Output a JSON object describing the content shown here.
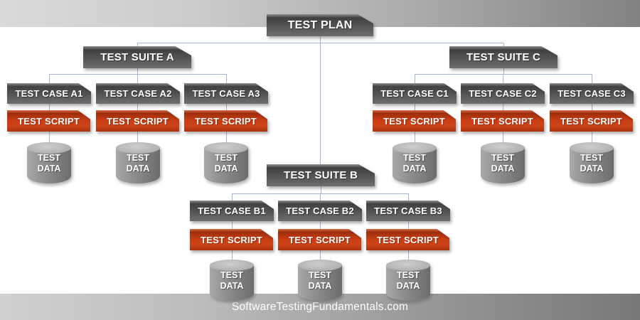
{
  "footer": {
    "watermark": "SoftwareTestingFundamentals.com"
  },
  "colors": {
    "connector_line": "#a7b4d3",
    "script_orange": "#c63d15",
    "node_gray": "#555555",
    "cylinder_gray": "#8f8f8f",
    "band_gradient_light": "#dadada",
    "band_gradient_dark": "#7b7b7b"
  },
  "diagram": {
    "plan": {
      "label": "TEST PLAN"
    },
    "suites": [
      {
        "label": "TEST SUITE A",
        "cases": [
          {
            "label": "TEST CASE A1",
            "script_label": "TEST SCRIPT",
            "data_label": "TEST DATA"
          },
          {
            "label": "TEST CASE A2",
            "script_label": "TEST SCRIPT",
            "data_label": "TEST DATA"
          },
          {
            "label": "TEST CASE A3",
            "script_label": "TEST SCRIPT",
            "data_label": "TEST DATA"
          }
        ]
      },
      {
        "label": "TEST SUITE B",
        "cases": [
          {
            "label": "TEST CASE B1",
            "script_label": "TEST SCRIPT",
            "data_label": "TEST DATA"
          },
          {
            "label": "TEST CASE B2",
            "script_label": "TEST SCRIPT",
            "data_label": "TEST DATA"
          },
          {
            "label": "TEST CASE B3",
            "script_label": "TEST SCRIPT",
            "data_label": "TEST DATA"
          }
        ]
      },
      {
        "label": "TEST SUITE C",
        "cases": [
          {
            "label": "TEST CASE C1",
            "script_label": "TEST SCRIPT",
            "data_label": "TEST DATA"
          },
          {
            "label": "TEST CASE C2",
            "script_label": "TEST SCRIPT",
            "data_label": "TEST DATA"
          },
          {
            "label": "TEST CASE C3",
            "script_label": "TEST SCRIPT",
            "data_label": "TEST DATA"
          }
        ]
      }
    ]
  }
}
